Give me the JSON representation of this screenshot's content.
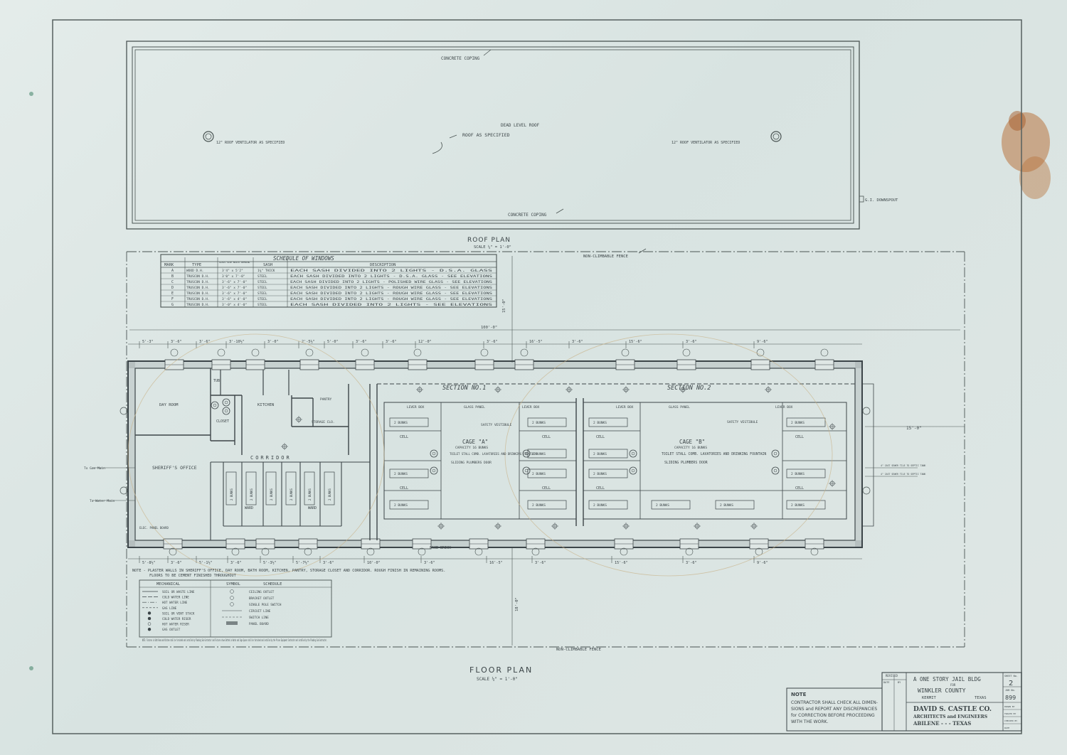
{
  "roof_plan": {
    "coping_top": "CONCRETE COPING",
    "coping_bottom": "CONCRETE COPING",
    "dead_level": "DEAD LEVEL ROOF",
    "roof_spec": "ROOF AS SPECIFIED",
    "vent_left": "12\" ROOF VENTILATOR AS SPECIFIED",
    "vent_right": "12\" ROOF VENTILATOR AS SPECIFIED",
    "downspout": "G.I. DOWNSPOUT",
    "title": "ROOF PLAN",
    "scale": "SCALE ¼\" = 1'-0\""
  },
  "window_schedule": {
    "title": "SCHEDULE OF WINDOWS",
    "headers": [
      "MARK",
      "TYPE",
      "GLASS SIZE BRICK OPENING",
      "SASH",
      "DESCRIPTION"
    ],
    "rows": [
      [
        "A",
        "WOOD D.H.",
        "3'4\" x 5'2\"",
        "1⅜\" THICK",
        "EACH SASH DIVIDED INTO 2 LIGHTS - D.S.A. GLASS"
      ],
      [
        "B",
        "TRUSCON D.H.",
        "3'0\" x 7'-0\"",
        "STEEL",
        "EACH SASH DIVIDED INTO 2 LIGHTS - D.S.A. GLASS - SEE ELEVATIONS"
      ],
      [
        "C",
        "TRUSCON D.H.",
        "3'-6\" x 7'-0\"",
        "STEEL",
        "EACH SASH DIVIDED INTO 2 LIGHTS - POLISHED WIRE GLASS - SEE ELEVATIONS"
      ],
      [
        "D",
        "TRUSCON D.H.",
        "3'-6\" x 7'-0\"",
        "STEEL",
        "EACH SASH DIVIDED INTO 2 LIGHTS - ROUGH WIRE GLASS - SEE ELEVATIONS"
      ],
      [
        "E",
        "TRUSCON D.H.",
        "3'-6\" x 7'-0\"",
        "STEEL",
        "EACH SASH DIVIDED INTO 2 LIGHTS - ROUGH WIRE GLASS - SEE ELEVATIONS"
      ],
      [
        "F",
        "TRUSCON D.H.",
        "3'-6\" x 4'-0\"",
        "STEEL",
        "EACH SASH DIVIDED INTO 2 LIGHTS - ROUGH WIRE GLASS - SEE ELEVATIONS"
      ],
      [
        "G",
        "TRUSCON D.H.",
        "3'-0\" x 4'-0\"",
        "STEEL",
        "EACH SASH DIVIDED INTO 2 LIGHTS - SEE ELEVATIONS"
      ]
    ]
  },
  "floor_plan": {
    "fence_top": "NON-CLIMBABLE FENCE",
    "fence_bottom": "NON-CLIMBABLE FENCE",
    "overall": "100'-0\"",
    "side_15": "15'-0\"",
    "side_18": "18'-0\"",
    "top_dims": [
      "5'-3\"",
      "3'-6\"",
      "3'-6\"",
      "3'-10½\"",
      "3'-0\"",
      "2'-5½\"",
      "5'-0\"",
      "3'-6\"",
      "3'-6\"",
      "12'-0\"",
      "3'-6\"",
      "16'-5\"",
      "3'-6\"",
      "15'-6\"",
      "3'-6\"",
      "9'-6\""
    ],
    "bottom_dims": [
      "5'-8½\"",
      "3'-6\"",
      "5'-1½\"",
      "3'-6\"",
      "5'-3½\"",
      "5'-7½\"",
      "3'-6\"",
      "10'-0\"",
      "3'-6\"",
      "16'-5\"",
      "3'-6\"",
      "15'-6\"",
      "3'-6\"",
      "9'-6\""
    ],
    "section1": "SECTION NO.1",
    "section2": "SECTION NO.2",
    "cage_a": "CAGE \"A\"",
    "cage_a_cap": "CAPACITY 16 BUNKS",
    "cage_a_fix": "TOILET STALL COMB. LAVATORIES AND DRINKING FOUNTAIN",
    "cage_b": "CAGE \"B\"",
    "cage_b_cap": "CAPACITY 16 BUNKS",
    "cage_b_fix": "TOILET STALL COMB. LAVATORIES AND DRINKING FOUNTAIN",
    "plumbers_door": "SLIDING PLUMBERS DOOR",
    "lever_box": "LEVER BOX",
    "glass_panel": "GLASS PANEL",
    "safety_vest": "SAFETY VESTIBULE",
    "cell": "CELL",
    "bunks": "2 BUNKS",
    "corridor": "CORRIDOR",
    "sheriff": "SHERIFF'S OFFICE",
    "day_room": "DAY ROOM",
    "kitchen": "KITCHEN",
    "closet": "CLOSET",
    "storage": "STORAGE CLO.",
    "pantry": "PANTRY",
    "tub": "TUB",
    "ward": "WARD",
    "face_brick": "FACE BRICK",
    "gas_main": "To Gas Main",
    "water_main": "To Water Main",
    "panel_board": "ELEC. PANEL BOARD",
    "sewer1": "4\" CAST SEWER TILE TO SEPTIC TANK",
    "sewer2": "4\" CAST SEWER TILE TO SEPTIC TANK",
    "note": "NOTE - PLASTER WALLS IN SHERIFF'S OFFICE, DAY ROOM, BATH ROOM, KITCHEN, PANTRY, STORAGE CLOSET AND CORRIDOR. ROUGH FINISH IN REMAINING ROOMS.",
    "note2": "FLOORS TO BE CEMENT FINISHED THROUGHOUT",
    "title": "FLOOR PLAN",
    "scale": "SCALE ¼\" = 1'-0\""
  },
  "legend": {
    "mech_title": "MECHANICAL",
    "sym_title": "SYMBOL",
    "sched_title": "SCHEDULE",
    "mech": [
      "SOIL OR WASTE LINE",
      "COLD WATER LINE",
      "HOT WATER LINE",
      "GAS LINE",
      "SOIL OR VENT STACK",
      "COLD WATER RISER",
      "HOT WATER RISER",
      "GAS OUTLET"
    ],
    "elec": [
      "CEILING OUTLET",
      "BRACKET OUTLET",
      "SINGLE POLE SWITCH",
      "CIRCUIT LINE",
      "SWITCH LINE",
      "PANEL BOARD"
    ],
    "fixture_note": "NOTE: Fixtures in Bath Room and Kitchen shall be furnished and installed by Plumbing Sub-Contractor and Fixtures shown Dotted in Wards and Cage Spaces shall be furnished and installed by the Prison Equipment Contractor and installed by the Plumbing Sub-Contractor."
  },
  "notice": {
    "title": "NOTE",
    "lines": [
      "CONTRACTOR SHALL CHECK ALL DIMEN-",
      "SIONS and REPORT ANY DISCREPANCIES",
      "for CORRECTION BEFORE PROCEEDING",
      "WITH THE WORK."
    ]
  },
  "title_block": {
    "revised": "REVISED",
    "date": "DATE",
    "by": "BY",
    "project": "A ONE STORY JAIL BLDG",
    "for": "FOR",
    "county": "WINKLER COUNTY",
    "city": "KERMIT",
    "state": "TEXAS",
    "firm": "DAVID S. CASTLE CO.",
    "firm_sub": "ARCHITECTS and ENGINEERS",
    "firm_city": "ABILENE - - - TEXAS",
    "sheet_label": "SHEET No.",
    "sheet_no": "2",
    "job_label": "JOB No.",
    "job_no": "899",
    "drawn": "DRAWN BY",
    "traced": "TRACED BY",
    "checked": "CHECKED BY",
    "date_label": "DATE"
  }
}
